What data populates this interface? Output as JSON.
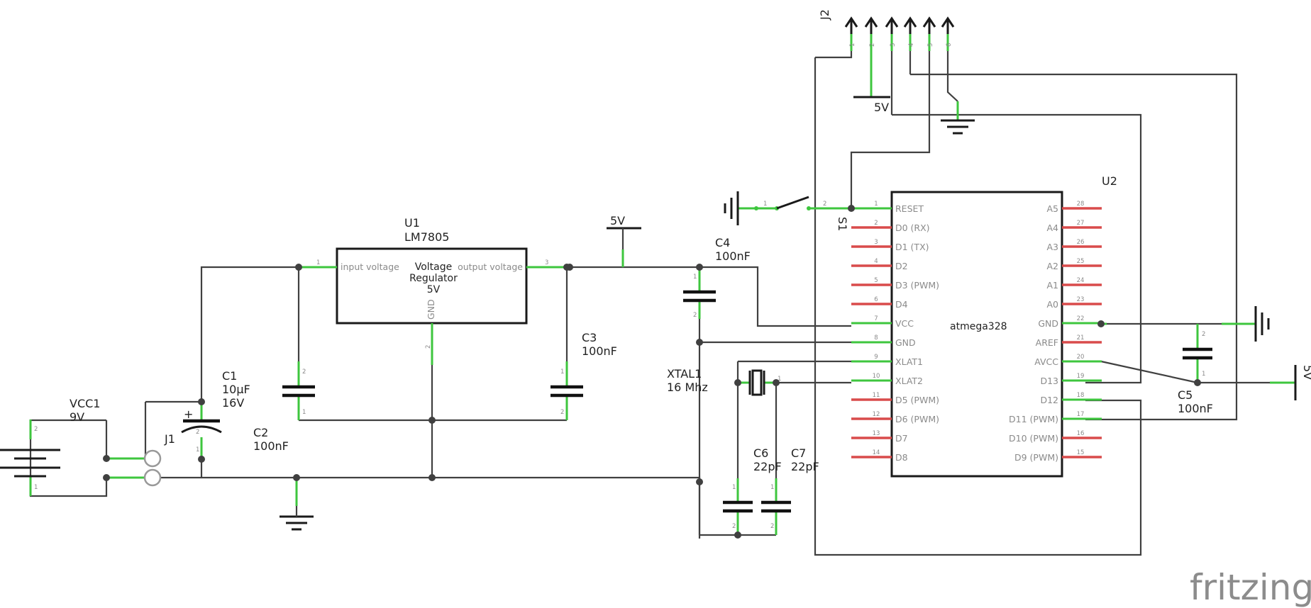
{
  "parts": {
    "vcc1": {
      "ref": "VCC1",
      "value": "9V"
    },
    "j1": {
      "ref": "J1"
    },
    "c1": {
      "ref": "C1",
      "value": "10µF",
      "voltage": "16V",
      "polarity": "+"
    },
    "c2": {
      "ref": "C2",
      "value": "100nF"
    },
    "u1": {
      "ref": "U1",
      "part": "LM7805",
      "body_line1": "Voltage",
      "body_line2": "Regulator",
      "body_line3": "5V",
      "pin_in": "input voltage",
      "pin_out": "output voltage",
      "pin_gnd": "GND"
    },
    "c3": {
      "ref": "C3",
      "value": "100nF"
    },
    "c4": {
      "ref": "C4",
      "value": "100nF"
    },
    "xtal1": {
      "ref": "XTAL1",
      "value": "16 Mhz"
    },
    "c6": {
      "ref": "C6",
      "value": "22pF"
    },
    "c7": {
      "ref": "C7",
      "value": "22pF"
    },
    "s1": {
      "ref": "S1"
    },
    "j2": {
      "ref": "J2"
    },
    "u2": {
      "ref": "U2",
      "part": "atmega328"
    },
    "c5": {
      "ref": "C5",
      "value": "100nF"
    }
  },
  "net_labels": {
    "vcc_reg": "5V",
    "vcc_j2": "5V",
    "vcc_right": "5V"
  },
  "u2_left_pins": [
    {
      "num": "1",
      "name": "RESET"
    },
    {
      "num": "2",
      "name": "D0 (RX)"
    },
    {
      "num": "3",
      "name": "D1 (TX)"
    },
    {
      "num": "4",
      "name": "D2"
    },
    {
      "num": "5",
      "name": "D3 (PWM)"
    },
    {
      "num": "6",
      "name": "D4"
    },
    {
      "num": "7",
      "name": "VCC"
    },
    {
      "num": "8",
      "name": "GND"
    },
    {
      "num": "9",
      "name": "XLAT1"
    },
    {
      "num": "10",
      "name": "XLAT2"
    },
    {
      "num": "11",
      "name": "D5 (PWM)"
    },
    {
      "num": "12",
      "name": "D6 (PWM)"
    },
    {
      "num": "13",
      "name": "D7"
    },
    {
      "num": "14",
      "name": "D8"
    }
  ],
  "u2_right_pins": [
    {
      "num": "28",
      "name": "A5"
    },
    {
      "num": "27",
      "name": "A4"
    },
    {
      "num": "26",
      "name": "A3"
    },
    {
      "num": "25",
      "name": "A2"
    },
    {
      "num": "24",
      "name": "A1"
    },
    {
      "num": "23",
      "name": "A0"
    },
    {
      "num": "22",
      "name": "GND"
    },
    {
      "num": "21",
      "name": "AREF"
    },
    {
      "num": "20",
      "name": "AVCC"
    },
    {
      "num": "19",
      "name": "D13"
    },
    {
      "num": "18",
      "name": "D12"
    },
    {
      "num": "17",
      "name": "D11 (PWM)"
    },
    {
      "num": "16",
      "name": "D10 (PWM)"
    },
    {
      "num": "15",
      "name": "D9 (PWM)"
    }
  ],
  "pin_numbers": {
    "one": "1",
    "two": "2",
    "three": "3"
  },
  "j2_pins": [
    "1",
    "2",
    "3",
    "4",
    "5",
    "6"
  ],
  "logo": "fritzing",
  "colors": {
    "wire": "#404040",
    "lead": "#3ec63e",
    "unused_pin": "#d94b4b",
    "logo": "#8c8c8c"
  }
}
